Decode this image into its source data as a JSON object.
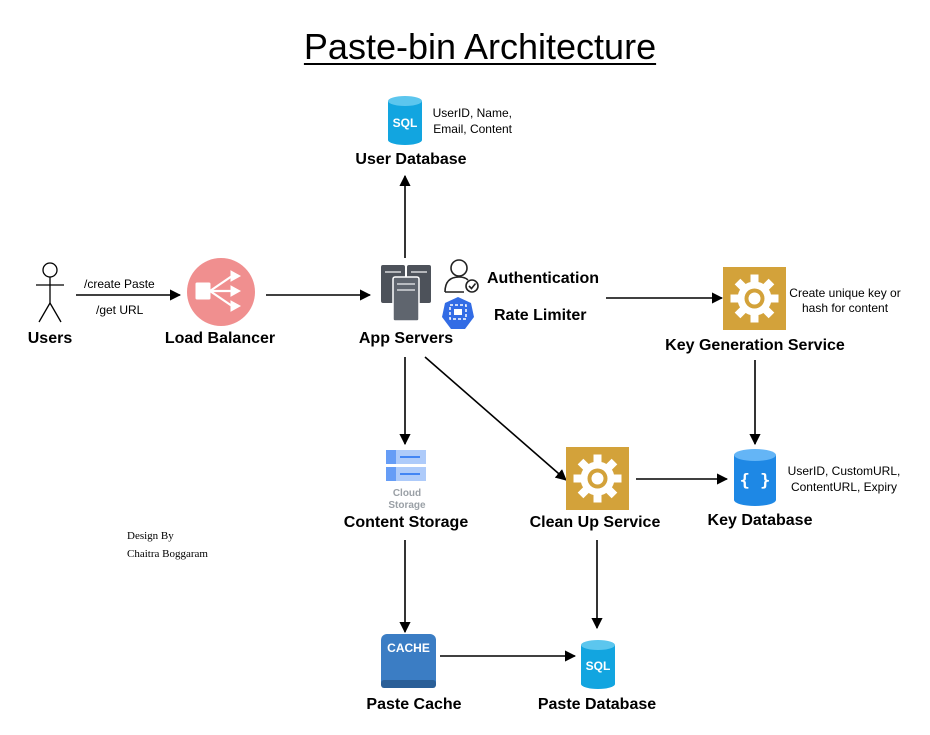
{
  "title": "Paste-bin Architecture",
  "nodes": {
    "users": "Users",
    "load_balancer": "Load Balancer",
    "app_servers": "App Servers",
    "authentication": "Authentication",
    "rate_limiter": "Rate Limiter",
    "user_database": "User Database",
    "key_generation_service": "Key Generation Service",
    "key_database": "Key Database",
    "content_storage": "Content Storage",
    "clean_up_service": "Clean Up Service",
    "paste_cache": "Paste Cache",
    "paste_database": "Paste Database"
  },
  "icon_text": {
    "sql_user": "SQL",
    "sql_paste": "SQL",
    "cloud_storage": [
      "Cloud",
      "Storage"
    ],
    "cache": "CACHE",
    "key_db_braces": "{ }"
  },
  "edge_labels": {
    "create_paste": "/create Paste",
    "get_url": "/get URL"
  },
  "notes": {
    "user_db_fields": [
      "UserID, Name,",
      "Email, Content"
    ],
    "key_gen_desc": [
      "Create unique key or",
      "hash for content"
    ],
    "key_db_fields": [
      "UserID, CustomURL,",
      "ContentURL, Expiry"
    ]
  },
  "credit": [
    "Design By",
    "Chaitra Boggaram"
  ],
  "colors": {
    "sql_blue": "#12a5e0",
    "load_balancer_pink": "#f08f8f",
    "gear_gold": "#d3a23a",
    "server_gray": "#555a62",
    "k8s_blue": "#326ce5",
    "cache_blue": "#3b7dc4",
    "storage_blue": "#aecbfa"
  },
  "edges": [
    {
      "from": "users",
      "to": "load_balancer"
    },
    {
      "from": "load_balancer",
      "to": "app_servers"
    },
    {
      "from": "app_servers",
      "to": "user_database"
    },
    {
      "from": "rate_limiter",
      "to": "key_generation_service"
    },
    {
      "from": "key_generation_service",
      "to": "key_database"
    },
    {
      "from": "app_servers",
      "to": "content_storage"
    },
    {
      "from": "app_servers",
      "to": "clean_up_service"
    },
    {
      "from": "clean_up_service",
      "to": "key_database"
    },
    {
      "from": "content_storage",
      "to": "paste_cache"
    },
    {
      "from": "clean_up_service",
      "to": "paste_database"
    },
    {
      "from": "paste_cache",
      "to": "paste_database"
    }
  ]
}
